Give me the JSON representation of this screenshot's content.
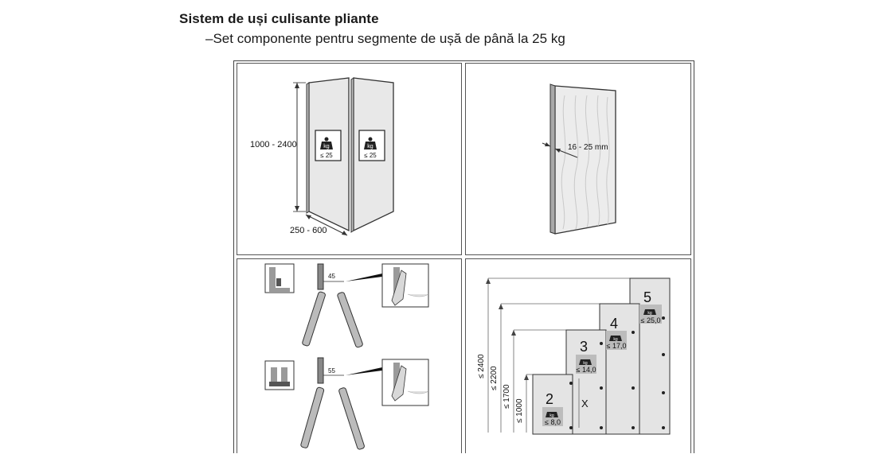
{
  "header": {
    "title": "Sistem de uși culisante pliante",
    "subtitle": "–Set componente pentru segmente de ușă de până la 25 kg"
  },
  "panel_dimensions": {
    "height_range": "1000 - 2400",
    "width_range": "250 - 600",
    "weight_unit": "kg",
    "weight_limit": "≤ 25"
  },
  "panel_thickness": {
    "thickness_range": "16 - 25 mm"
  },
  "panel_hinges": {
    "angle_top": "45",
    "angle_bottom": "55"
  },
  "panel_segments": {
    "height_labels": [
      "≤ 2400",
      "≤ 2200",
      "≤ 1700",
      "≤ 1000"
    ],
    "x_label": "X",
    "weight_unit": "kg",
    "segments": [
      {
        "count": "2",
        "weight": "≤ 8,0"
      },
      {
        "count": "3",
        "weight": "≤ 14,0"
      },
      {
        "count": "4",
        "weight": "≤ 17,0"
      },
      {
        "count": "5",
        "weight": "≤ 25,0"
      }
    ]
  }
}
